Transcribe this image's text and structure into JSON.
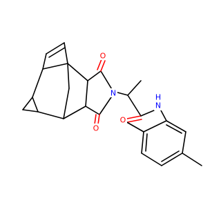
{
  "colors": {
    "background": "#ffffff",
    "carbon_bond": "#000000",
    "oxygen": "#ff0000",
    "nitrogen": "#0000ff"
  },
  "atoms": {
    "o_top": "O",
    "o_bottom": "O",
    "n_imide": "N",
    "n_amide": "N",
    "h_amide": "H",
    "o_amide": "O"
  }
}
